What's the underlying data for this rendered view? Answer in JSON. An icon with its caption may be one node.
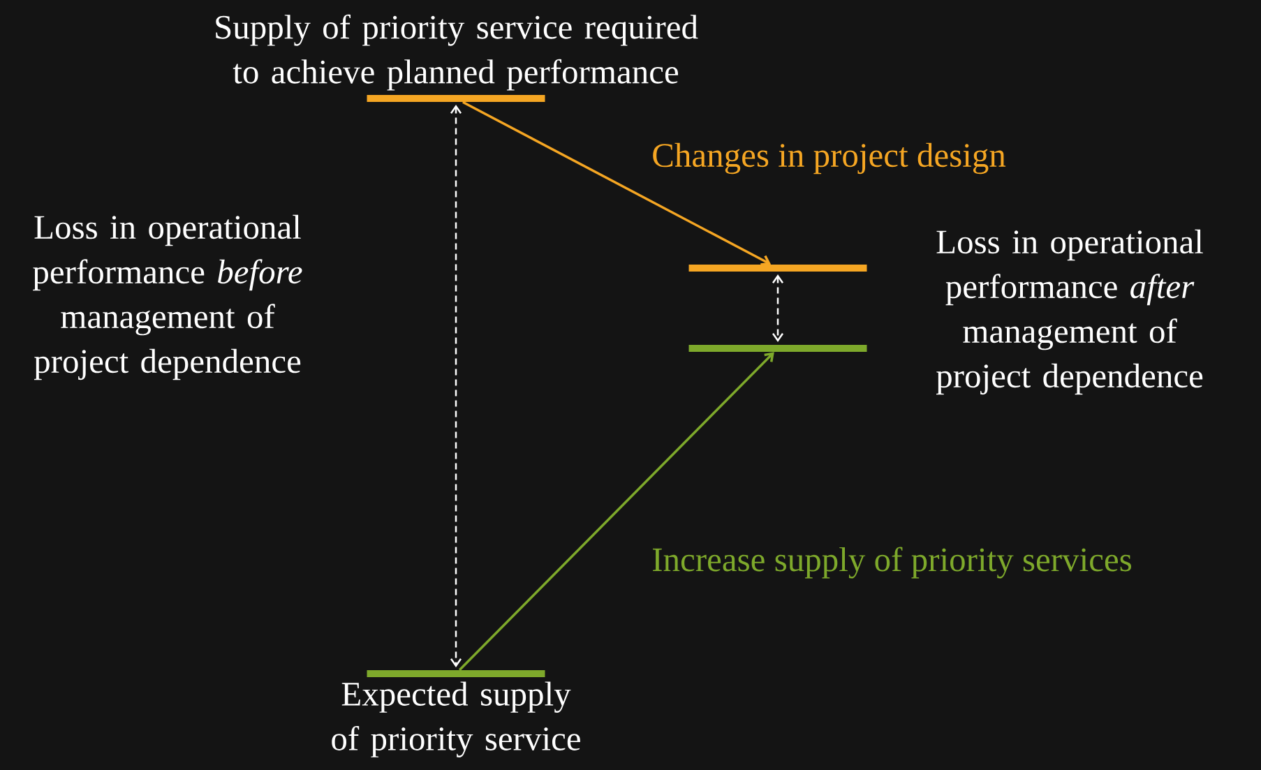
{
  "diagram": {
    "nodes": [
      {
        "text": [
          "Supply of priority service required to achieve planned performance"
        ]
      },
      {
        "text": [],
        "shape": "bar"
      },
      {
        "text": [],
        "shape": "bar"
      },
      {
        "text": [
          "Expected supply of priority service"
        ]
      }
    ],
    "edges": [
      {
        "from": 0,
        "to": 1,
        "arrow": "to",
        "color": "#f5a623",
        "label": "Changes in project design"
      },
      {
        "from": 3,
        "to": 2,
        "arrow": "to",
        "color": "#7ea92b",
        "label": "Increase supply of priority services"
      },
      {
        "from": 0,
        "to": 3,
        "arrow": "both",
        "style": "dashed"
      },
      {
        "from": 1,
        "to": 2,
        "arrow": "both",
        "style": "dashed"
      }
    ],
    "labels": [
      "Loss in operational performance *before* management of project dependence",
      "Loss in operational performance *after* management of project dependence"
    ]
  }
}
